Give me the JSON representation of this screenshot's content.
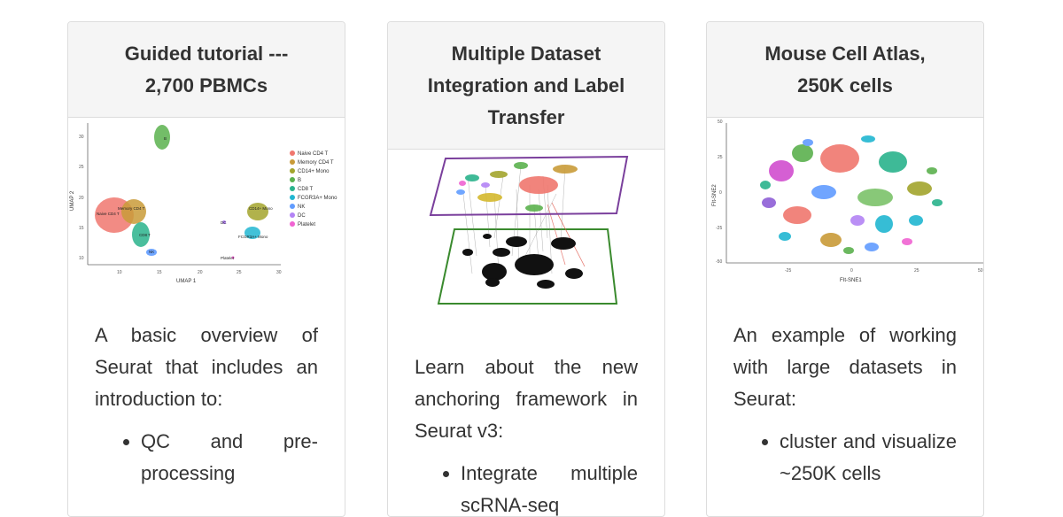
{
  "cards": [
    {
      "title_lines": [
        "Guided tutorial ---",
        "2,700 PBMCs"
      ],
      "image": {
        "x_label": "UMAP 1",
        "y_label": "UMAP 2",
        "x_ticks": [
          "10",
          "15",
          "20",
          "25",
          "30"
        ],
        "y_ticks": [
          "30",
          "25",
          "20",
          "15",
          "10"
        ],
        "legend": [
          {
            "label": "Naive CD4 T",
            "color": "#f0776e"
          },
          {
            "label": "Memory CD4 T",
            "color": "#c99b38"
          },
          {
            "label": "CD14+ Mono",
            "color": "#a3a52d"
          },
          {
            "label": "B",
            "color": "#5bb14e"
          },
          {
            "label": "CD8 T",
            "color": "#2ab38c"
          },
          {
            "label": "FCGR3A+ Mono",
            "color": "#21b6d1"
          },
          {
            "label": "NK",
            "color": "#619cff"
          },
          {
            "label": "DC",
            "color": "#b383f5"
          },
          {
            "label": "Platelet",
            "color": "#f063d2"
          }
        ],
        "annotations": [
          "Naive CD4 T",
          "Memory CD4 T",
          "CD8 T",
          "B",
          "NK",
          "DC",
          "FCGR3A+ Mono",
          "Platelet",
          "CD14+ Mono"
        ]
      },
      "body_text": "A basic overview of Seurat that includes an introduction to:",
      "bullets": [
        "QC and pre-processing"
      ]
    },
    {
      "title_lines": [
        "Multiple Dataset",
        "Integration and Label",
        "Transfer"
      ],
      "body_text": "Learn about the new anchoring framework in Seurat v3:",
      "bullets": [
        "Integrate multiple scRNA-seq"
      ]
    },
    {
      "title_lines": [
        "Mouse Cell Atlas,",
        "250K cells"
      ],
      "image": {
        "x_label": "FIt-SNE1",
        "y_label": "FIt-SNE2",
        "x_ticks": [
          "-25",
          "0",
          "25",
          "50"
        ],
        "y_ticks": [
          "50",
          "25",
          "0",
          "-25",
          "-50"
        ]
      },
      "body_text": "An example of working with large datasets in Seurat:",
      "bullets": [
        "cluster and visualize ~250K cells"
      ]
    }
  ]
}
